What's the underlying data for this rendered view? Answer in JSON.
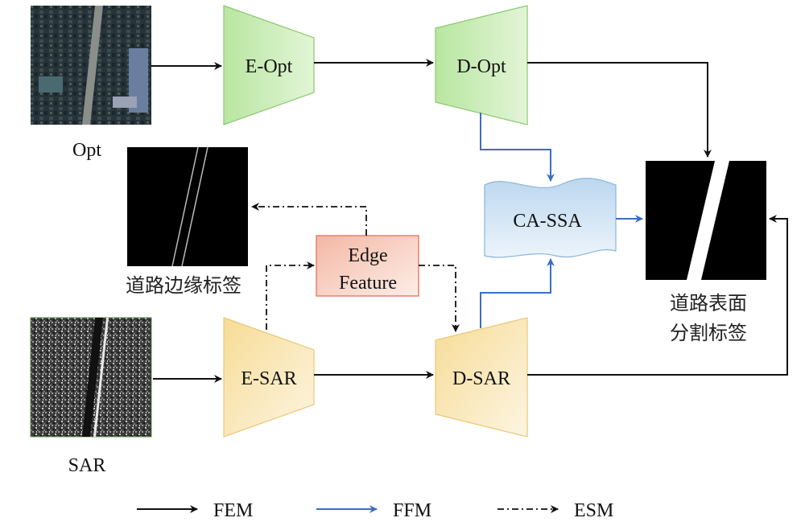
{
  "images": {
    "opt_caption": "Opt",
    "sar_caption": "SAR",
    "edge_label_caption": "道路边缘标签",
    "segmentation_label_caption_line1": "道路表面",
    "segmentation_label_caption_line2": "分割标签"
  },
  "modules": {
    "e_opt": "E-Opt",
    "d_opt": "D-Opt",
    "e_sar": "E-SAR",
    "d_sar": "D-SAR",
    "ca_ssa": "CA-SSA",
    "edge_feature_line1": "Edge",
    "edge_feature_line2": "Feature"
  },
  "legend": {
    "fem": "FEM",
    "ffm": "FFM",
    "esm": "ESM"
  },
  "colors": {
    "fem_arrow": "#111111",
    "ffm_arrow": "#3a6fc4",
    "esm_arrow": "#111111",
    "opt_module_fill": "#c8ecb4",
    "sar_module_fill": "#f8e2a6",
    "ca_ssa_fill": "#cfe3f4",
    "edge_feature_fill": "#f6c7b8"
  }
}
